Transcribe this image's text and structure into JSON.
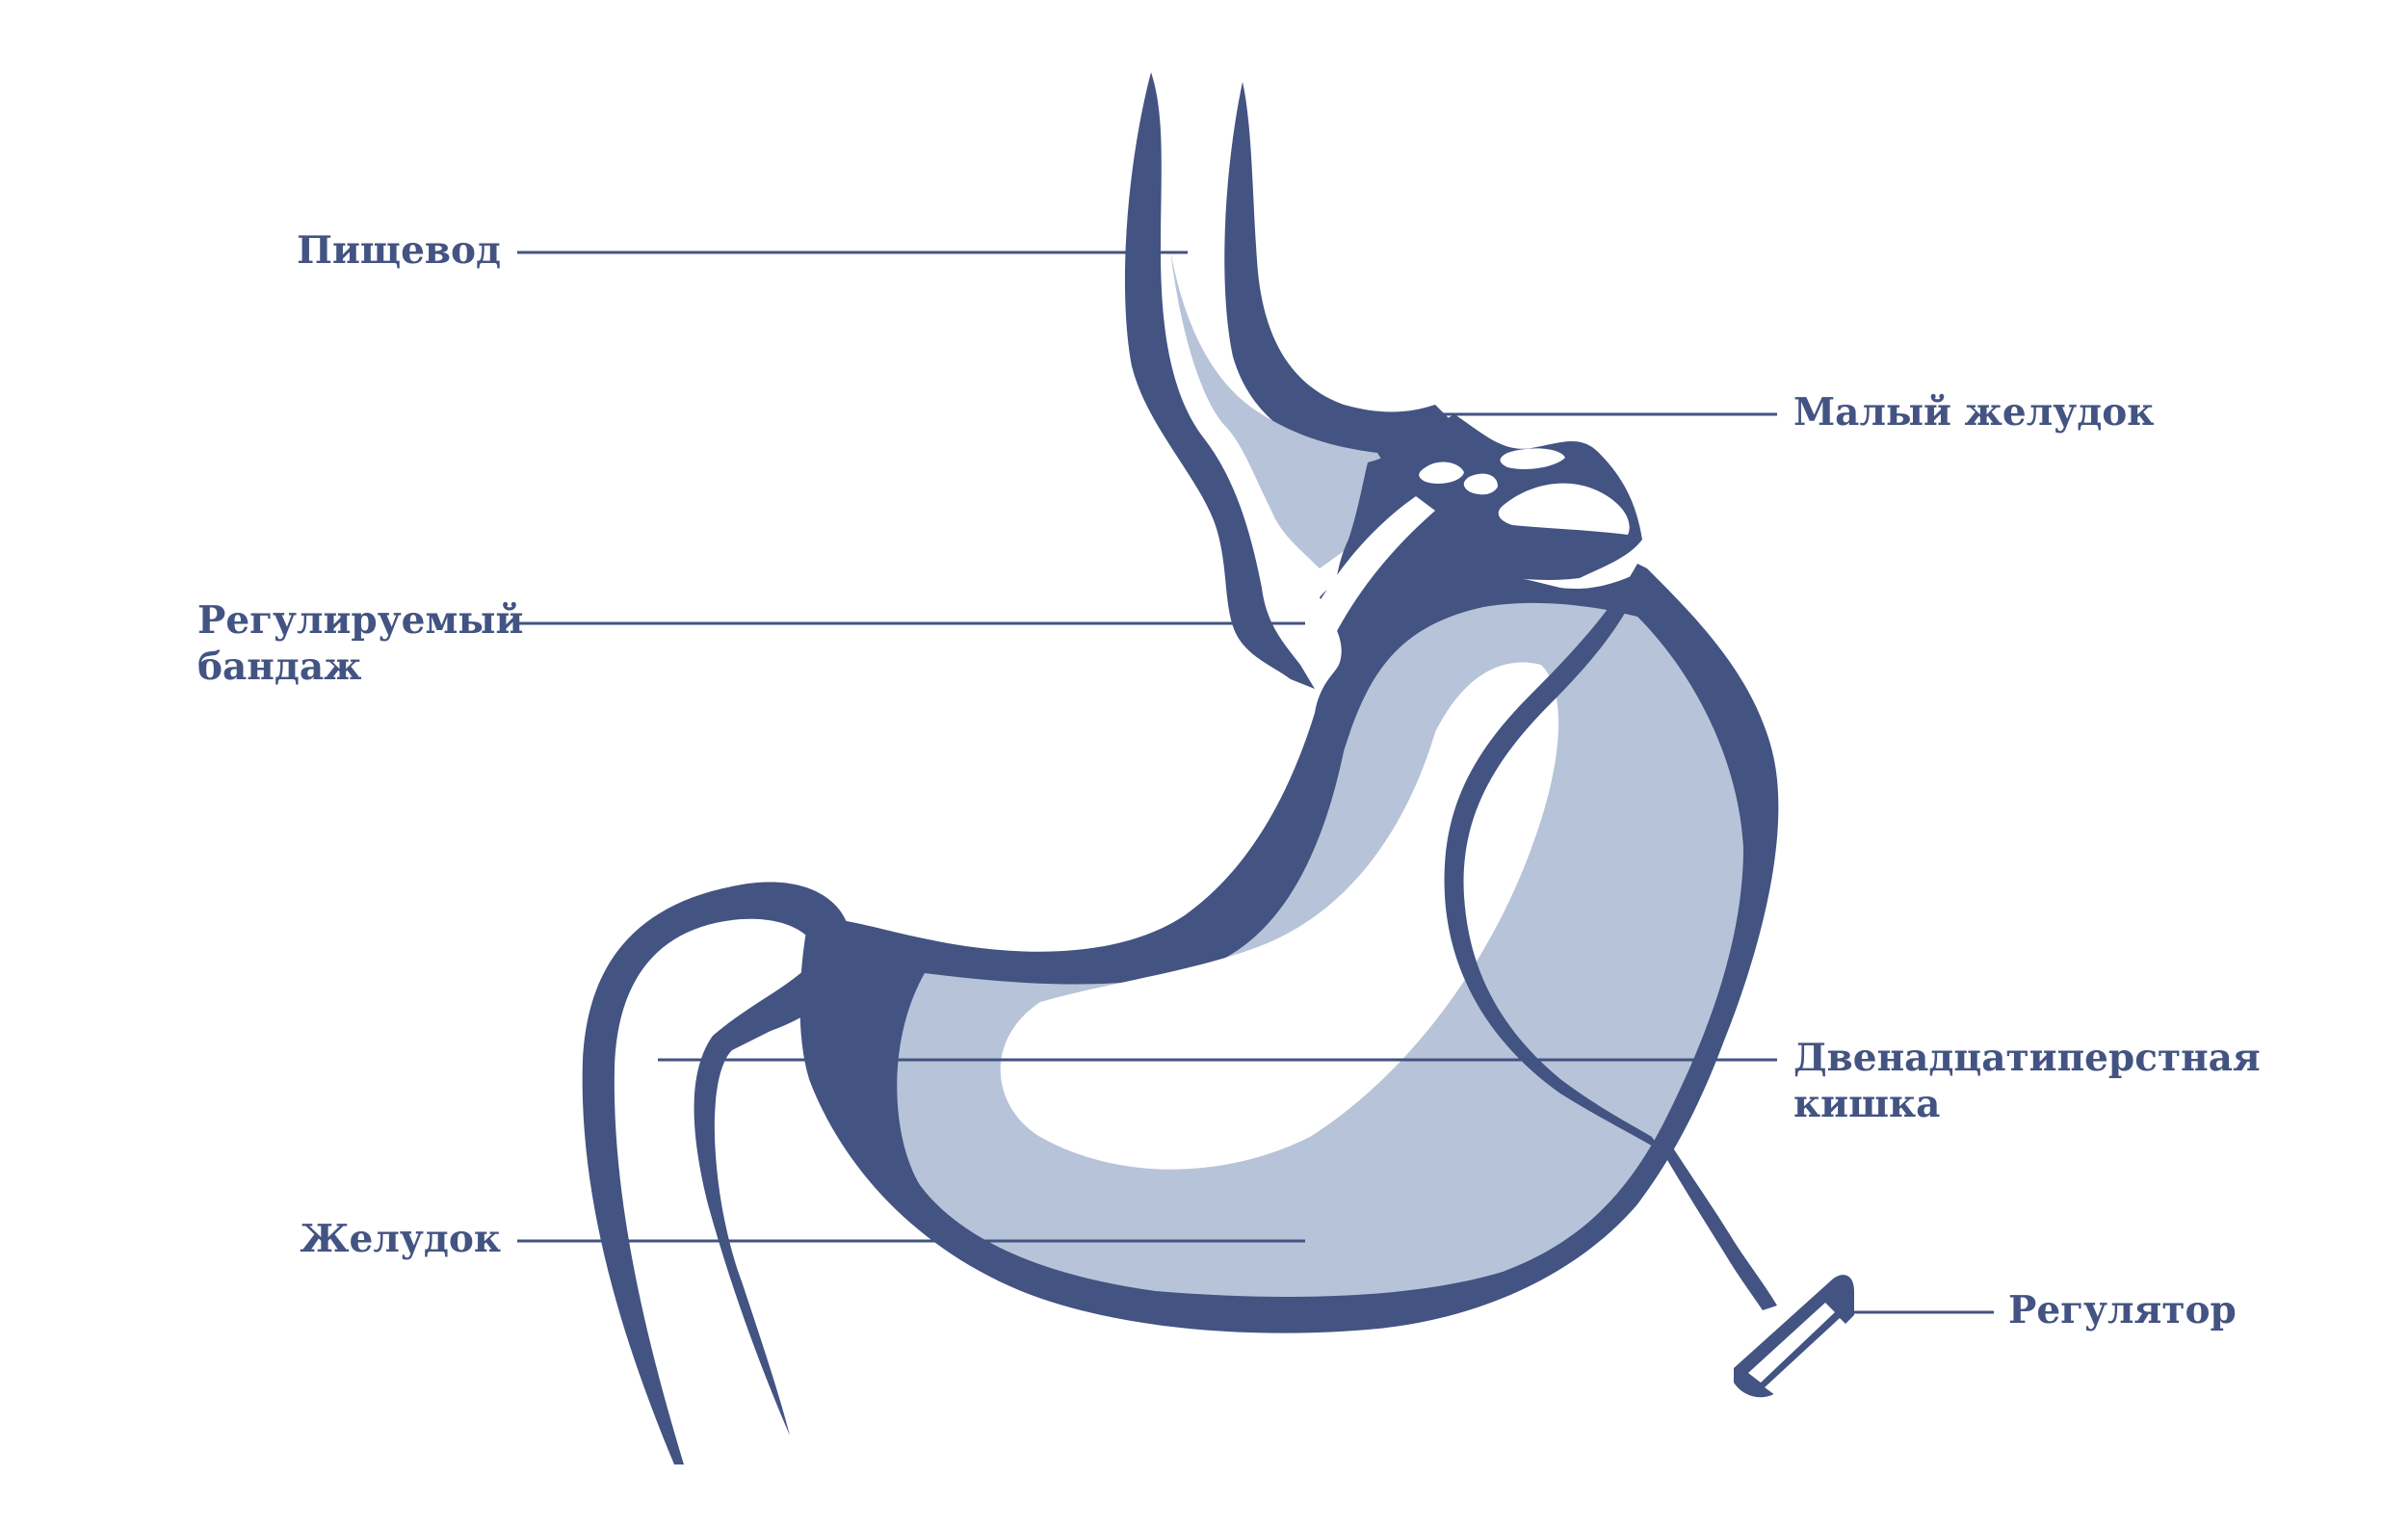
{
  "colors": {
    "dark": "#435382",
    "light": "#b7c3d8",
    "white": "#ffffff",
    "text": "#435382"
  },
  "labels": {
    "esophagus": "Пищевод",
    "small_stomach": "Малый желудок",
    "band_line1": "Регулируемый",
    "band_line2": "бандаж",
    "duodenum_line1": "Двенадцатиперстная",
    "duodenum_line2": "кишка",
    "stomach": "Желудок",
    "regulator": "Регулятор"
  }
}
